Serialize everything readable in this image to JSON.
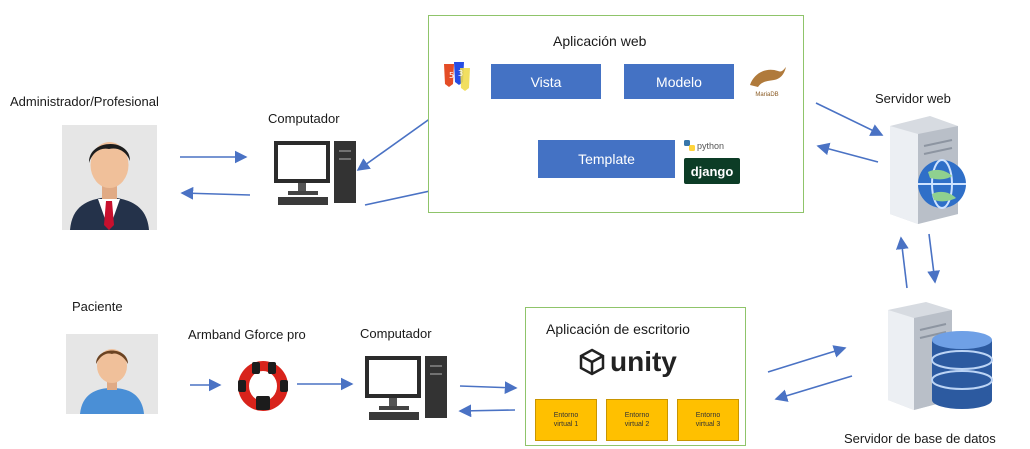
{
  "web_app": {
    "title": "Aplicación web",
    "vista": "Vista",
    "modelo": "Modelo",
    "template": "Template",
    "python_logo": "python",
    "django_logo": "django",
    "mariadb_logo": "MariaDB"
  },
  "desktop_app": {
    "title": "Aplicación de escritorio",
    "unity_logo": "unity",
    "env1": "Entorno virtual 1",
    "env2": "Entorno virtual 2",
    "env3": "Entorno virtual 3"
  },
  "actors": {
    "admin": "Administrador/Profesional",
    "patient": "Paciente",
    "armband": "Armband Gforce pro",
    "computer_top": "Computador",
    "computer_bottom": "Computador",
    "web_server": "Servidor web",
    "db_server": "Servidor de base de datos"
  },
  "colors": {
    "panel_border": "#8fc46a",
    "box_blue": "#4472c4",
    "env_orange": "#ffc000",
    "arrow_blue": "#4a72c4"
  },
  "icons": {
    "html_css_js": "html-css-js-icon",
    "admin_avatar": "businessman-avatar-icon",
    "patient_avatar": "patient-avatar-icon",
    "armband": "armband-icon",
    "computer": "desktop-computer-icon",
    "web_server": "web-server-globe-icon",
    "db_server": "database-server-icon"
  }
}
